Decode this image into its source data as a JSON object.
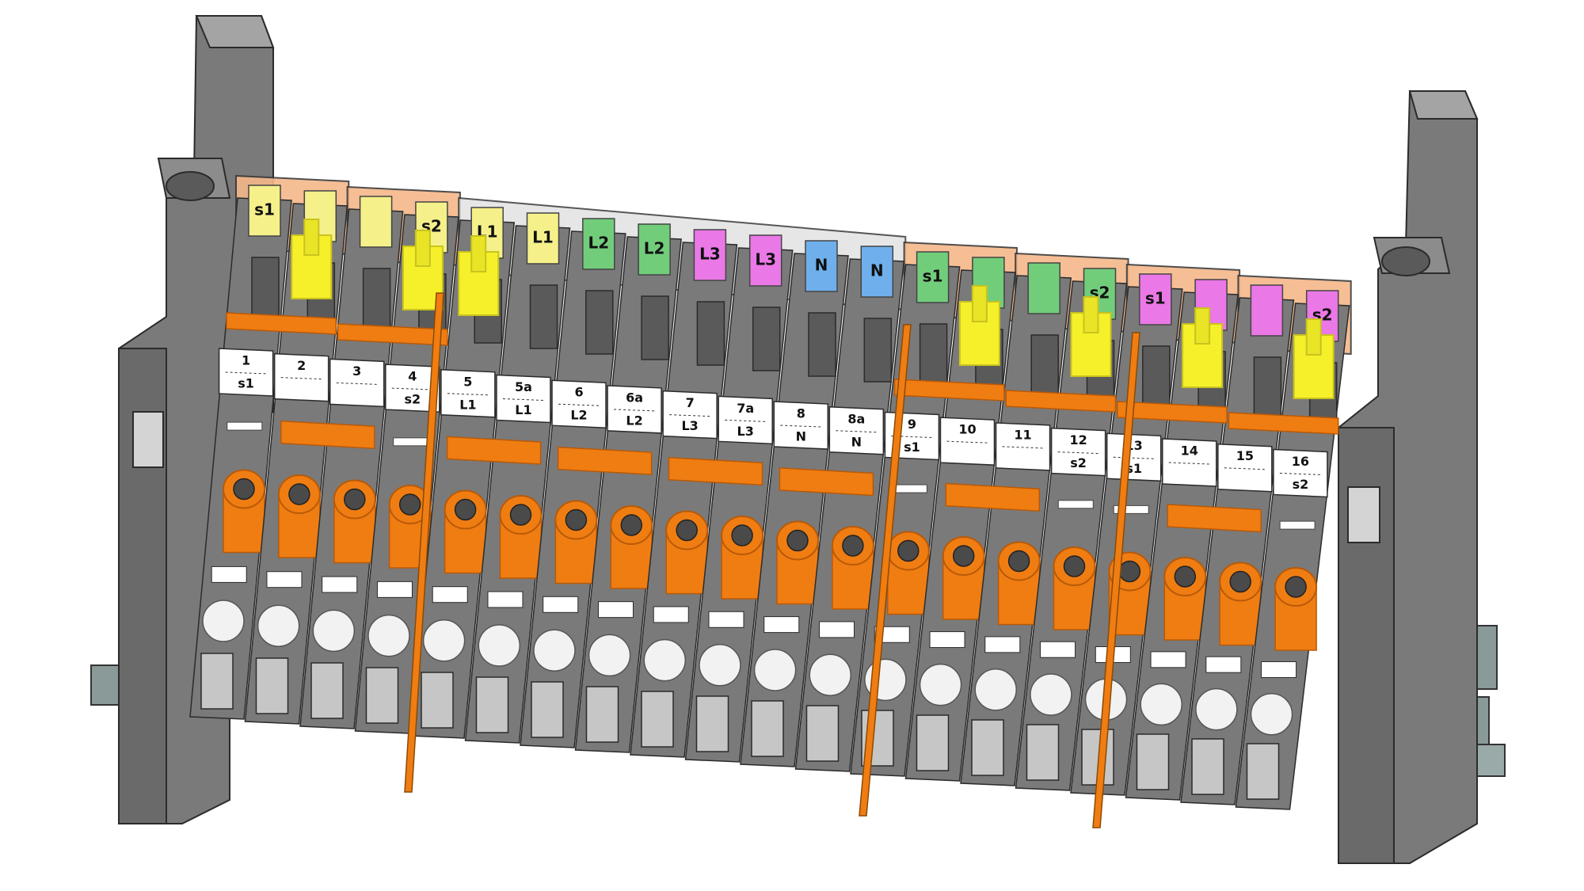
{
  "colors": {
    "housing": "#7a7a7a",
    "housing_dark": "#5a5a5a",
    "housing_light": "#a4a4a4",
    "bridge": "#f07d12",
    "bridge_dark": "#b85a08",
    "lever": "#f5f02a",
    "lever_dark": "#c9c31e",
    "fuse_cover": "#f6b88a",
    "clear_cover": "#e2e2e2",
    "rail": "#8a9a98",
    "window": "#c6c6c6",
    "screw_white": "#f2f2f2"
  },
  "top_labels": [
    {
      "text": "s1",
      "color": "#f5f08a"
    },
    {
      "text": "",
      "color": "#f5f08a"
    },
    {
      "text": "",
      "color": "#f5f08a"
    },
    {
      "text": "s2",
      "color": "#f5f08a"
    },
    {
      "text": "L1",
      "color": "#f5f08a"
    },
    {
      "text": "L1",
      "color": "#f5f08a"
    },
    {
      "text": "L2",
      "color": "#72cd7b"
    },
    {
      "text": "L2",
      "color": "#72cd7b"
    },
    {
      "text": "L3",
      "color": "#ea78e6"
    },
    {
      "text": "L3",
      "color": "#ea78e6"
    },
    {
      "text": "N",
      "color": "#6fb0ec"
    },
    {
      "text": "N",
      "color": "#6fb0ec"
    },
    {
      "text": "s1",
      "color": "#72cd7b"
    },
    {
      "text": "",
      "color": "#72cd7b"
    },
    {
      "text": "",
      "color": "#72cd7b"
    },
    {
      "text": "s2",
      "color": "#72cd7b"
    },
    {
      "text": "s1",
      "color": "#ea78e6"
    },
    {
      "text": "",
      "color": "#ea78e6"
    },
    {
      "text": "",
      "color": "#ea78e6"
    },
    {
      "text": "s2",
      "color": "#ea78e6"
    }
  ],
  "markers": [
    {
      "num": "1",
      "sub": "s1"
    },
    {
      "num": "2",
      "sub": ""
    },
    {
      "num": "3",
      "sub": ""
    },
    {
      "num": "4",
      "sub": "s2"
    },
    {
      "num": "5",
      "sub": "L1"
    },
    {
      "num": "5a",
      "sub": "L1"
    },
    {
      "num": "6",
      "sub": "L2"
    },
    {
      "num": "6a",
      "sub": "L2"
    },
    {
      "num": "7",
      "sub": "L3"
    },
    {
      "num": "7a",
      "sub": "L3"
    },
    {
      "num": "8",
      "sub": "N"
    },
    {
      "num": "8a",
      "sub": "N"
    },
    {
      "num": "9",
      "sub": "s1"
    },
    {
      "num": "10",
      "sub": ""
    },
    {
      "num": "11",
      "sub": ""
    },
    {
      "num": "12",
      "sub": "s2"
    },
    {
      "num": "13",
      "sub": "s1"
    },
    {
      "num": "14",
      "sub": ""
    },
    {
      "num": "15",
      "sub": ""
    },
    {
      "num": "16",
      "sub": "s2"
    }
  ]
}
